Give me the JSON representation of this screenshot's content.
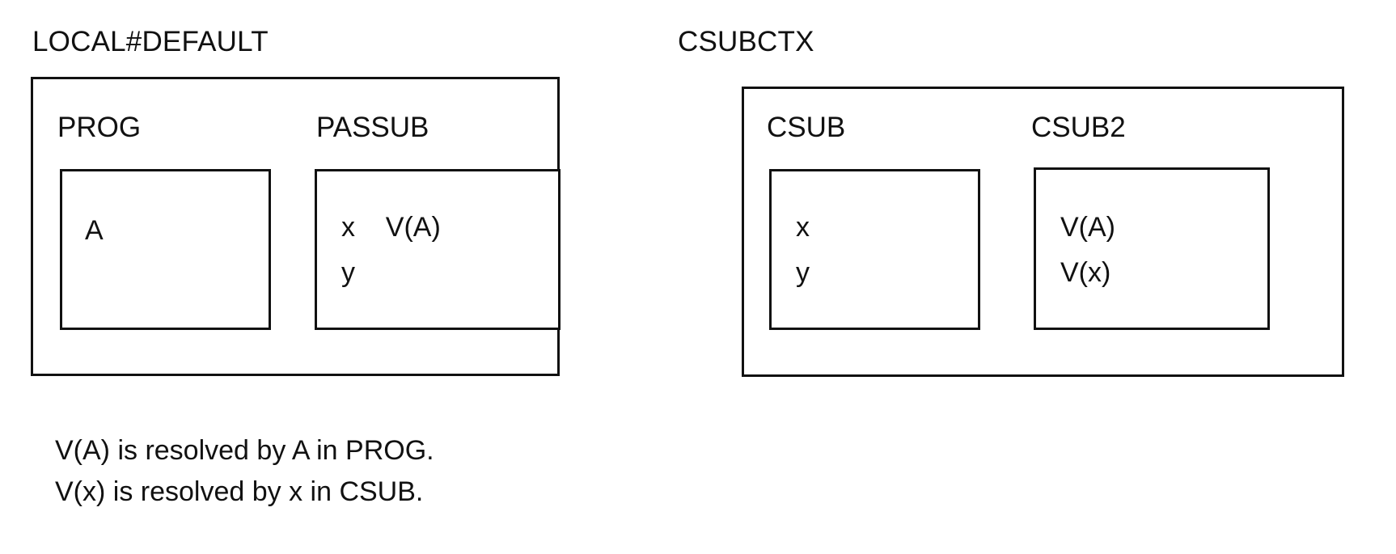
{
  "diagram": {
    "contexts": [
      {
        "name": "LOCAL#DEFAULT",
        "scopes": [
          {
            "name": "PROG",
            "symbols": [
              "A"
            ]
          },
          {
            "name": "PASSUB",
            "symbols": [
              "x    V(A)",
              "y"
            ]
          }
        ]
      },
      {
        "name": "CSUBCTX",
        "scopes": [
          {
            "name": "CSUB",
            "symbols": [
              "x",
              "y"
            ]
          },
          {
            "name": "CSUB2",
            "symbols": [
              "V(A)",
              "V(x)"
            ]
          }
        ]
      }
    ],
    "caption": {
      "line1": "V(A) is resolved by A in PROG.",
      "line2": "V(x) is resolved by x in CSUB."
    },
    "colors": {
      "stroke": "#111111",
      "background": "#ffffff",
      "text": "#111111"
    }
  }
}
